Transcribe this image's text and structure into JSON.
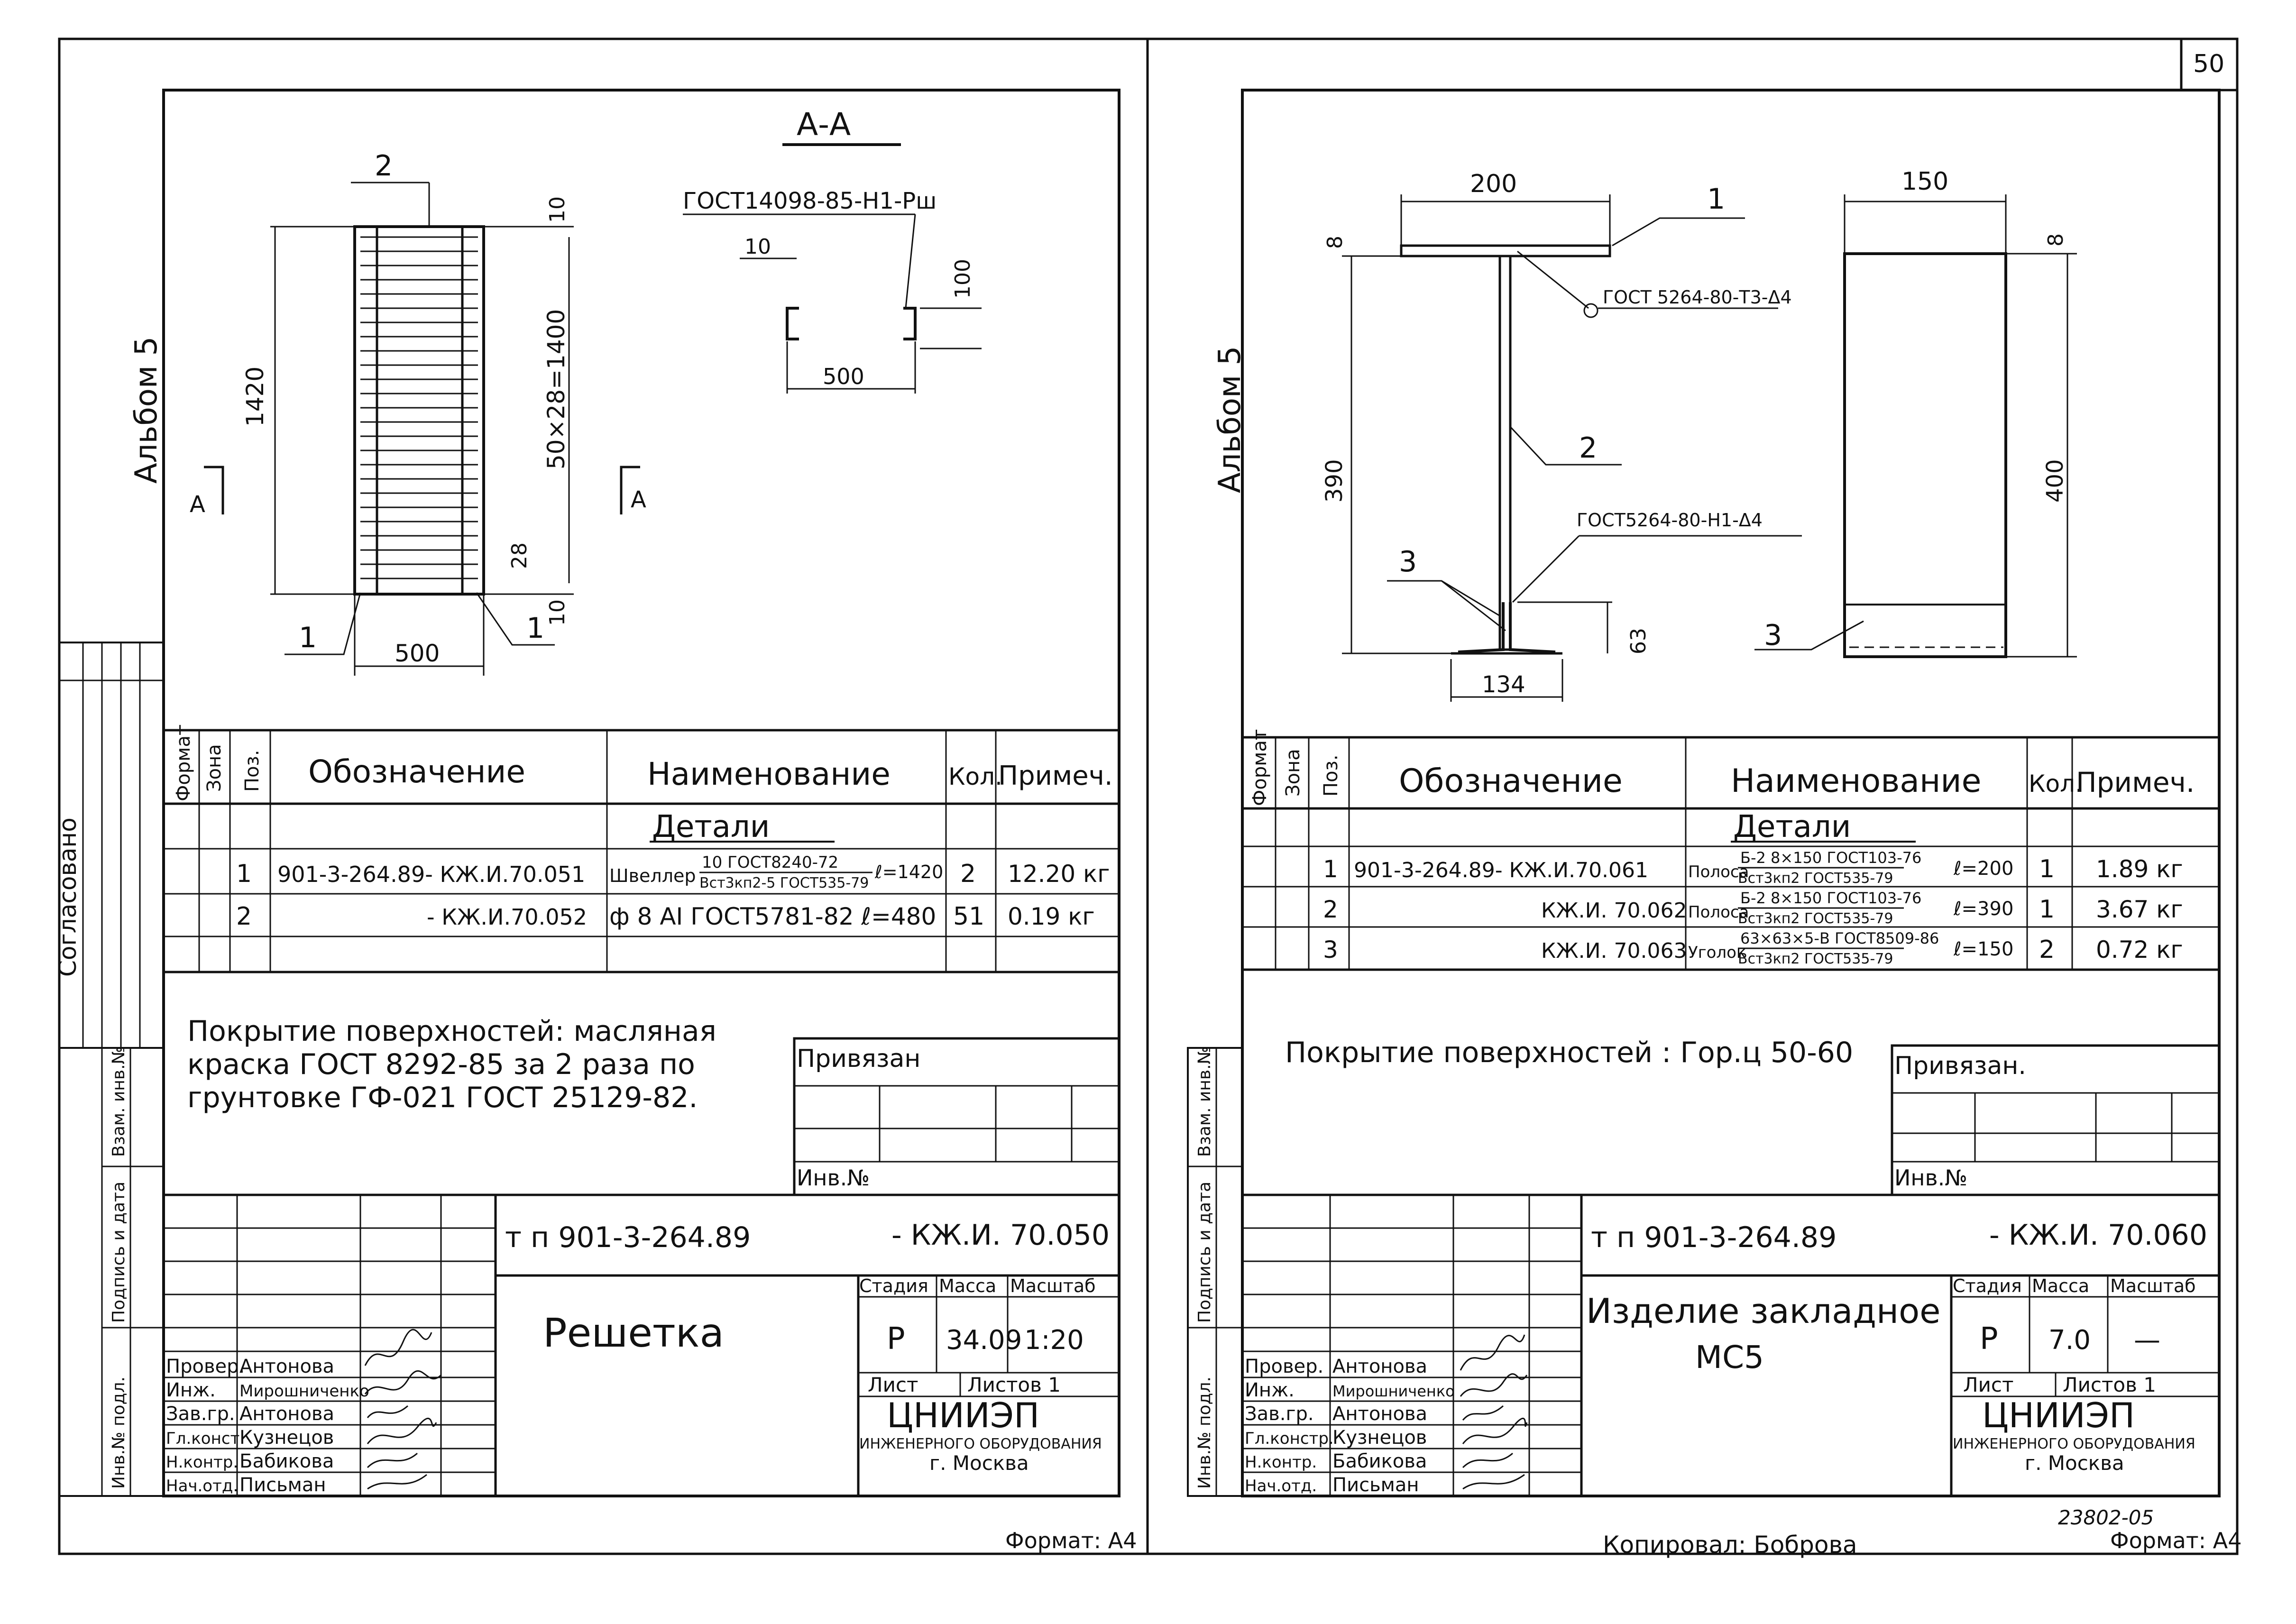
{
  "page_number": "50",
  "left": {
    "album": "Альбом 5",
    "section_label": "А-А",
    "weld_note": "ГОСТ14098-85-Н1-Рш",
    "dims": {
      "d_10_top": "10",
      "d_1420": "1420",
      "d_chain": "50×28=1400",
      "d_28": "28",
      "d_10_bot": "10",
      "d_500": "500",
      "s_10": "10",
      "s_100": "100",
      "s_500": "500"
    },
    "callouts": {
      "c2": "2",
      "c1a": "1",
      "c1b": "1"
    },
    "section_marks": {
      "a_left": "А",
      "a_right": "А"
    },
    "spec": {
      "headers": [
        "Формат",
        "Зона",
        "Поз.",
        "Обозначение",
        "Наименование",
        "Кол.",
        "Примеч."
      ],
      "group": "Детали",
      "rows": [
        {
          "pos": "1",
          "code": "901-3-264.89- КЖ.И.70.051",
          "name_prefix": "Швеллер",
          "name_top": "10 ГОСТ8240-72",
          "name_bottom": "Вст3кп2-5 ГОСТ535-79",
          "length": "ℓ=1420",
          "qty": "2",
          "note": "12.20 кг"
        },
        {
          "pos": "2",
          "code": "- КЖ.И.70.052",
          "name": "ф 8 АI ГОСТ5781-82 ℓ=480",
          "qty": "51",
          "note": "0.19 кг"
        }
      ]
    },
    "coating": [
      "Покрытие поверхностей: масляная",
      "краска ГОСТ 8292-85 за 2 раза по",
      "грунтовке ГФ-021 ГОСТ 25129-82."
    ],
    "privyazan": "Привязан",
    "inv_no": "Инв.№",
    "stamp_vertical": [
      "Инв.№ подл.",
      "Подпись и дата",
      "Взам. инв.№"
    ],
    "soglasovano": "Согласовано",
    "doc_project": "т п 901-3-264.89",
    "doc_code": "- КЖ.И. 70.050",
    "title": "Решетка",
    "stage_label": "Стадия",
    "mass_label": "Масса",
    "scale_label": "Масштаб",
    "stage": "Р",
    "mass": "34.09",
    "scale": "1:20",
    "sheet_label": "Лист",
    "sheets_label": "Листов 1",
    "org": "ЦНИИЭП",
    "org_sub": "ИНЖЕНЕРНОГО ОБОРУДОВАНИЯ",
    "city": "г. Москва",
    "staff": [
      {
        "role": "Провер.",
        "name": "Антонова"
      },
      {
        "role": "Инж.",
        "name": "Мирошниченко"
      },
      {
        "role": "Зав.гр.",
        "name": "Антонова"
      },
      {
        "role": "Гл.конст.",
        "name": "Кузнецов"
      },
      {
        "role": "Н.контр.",
        "name": "Бабикова"
      },
      {
        "role": "Нач.отд.",
        "name": "Письман"
      }
    ],
    "format": "Формат: А4"
  },
  "right": {
    "album": "Альбом 5",
    "weld_top": "ГОСТ 5264-80-Т3-Δ4",
    "weld_bottom": "ГОСТ5264-80-Н1-Δ4",
    "dims": {
      "d_200": "200",
      "d_8a": "8",
      "d_390": "390",
      "d_63": "63",
      "d_134": "134",
      "d_150": "150",
      "d_8b": "8",
      "d_400": "400"
    },
    "callouts": {
      "c1": "1",
      "c2": "2",
      "c3": "3",
      "c3b": "3"
    },
    "spec": {
      "headers": [
        "Формат",
        "Зона",
        "Поз.",
        "Обозначение",
        "Наименование",
        "Кол.",
        "Примеч."
      ],
      "group": "Детали",
      "rows": [
        {
          "pos": "1",
          "code": "901-3-264.89- КЖ.И.70.061",
          "name_prefix": "Полоса",
          "name_top": "Б-2 8×150 ГОСТ103-76",
          "name_bottom": "Вст3кп2 ГОСТ535-79",
          "length": "ℓ=200",
          "qty": "1",
          "note": "1.89 кг"
        },
        {
          "pos": "2",
          "code": "КЖ.И. 70.062",
          "name_prefix": "Полоса",
          "name_top": "Б-2 8×150 ГОСТ103-76",
          "name_bottom": "Вст3кп2 ГОСТ535-79",
          "length": "ℓ=390",
          "qty": "1",
          "note": "3.67 кг"
        },
        {
          "pos": "3",
          "code": "КЖ.И. 70.063",
          "name_prefix": "Уголок",
          "name_top": "63×63×5-В ГОСТ8509-86",
          "name_bottom": "Вст3кп2 ГОСТ535-79",
          "length": "ℓ=150",
          "qty": "2",
          "note": "0.72 кг"
        }
      ]
    },
    "coating": "Покрытие поверхностей : Гор.ц 50-60",
    "privyazan": "Привязан.",
    "inv_no": "Инв.№",
    "stamp_vertical": [
      "Инв.№ подл.",
      "Подпись и дата",
      "Взам. инв.№"
    ],
    "doc_project": "т п 901-3-264.89",
    "doc_code": "- КЖ.И. 70.060",
    "title_1": "Изделие закладное",
    "title_2": "МС5",
    "stage_label": "Стадия",
    "mass_label": "Масса",
    "scale_label": "Масштаб",
    "stage": "Р",
    "mass": "7.0",
    "scale": "—",
    "sheet_label": "Лист",
    "sheets_label": "Листов 1",
    "org": "ЦНИИЭП",
    "org_sub": "ИНЖЕНЕРНОГО ОБОРУДОВАНИЯ",
    "city": "г. Москва",
    "staff": [
      {
        "role": "Провер.",
        "name": "Антонова"
      },
      {
        "role": "Инж.",
        "name": "Мирошниченко"
      },
      {
        "role": "Зав.гр.",
        "name": "Антонова"
      },
      {
        "role": "Гл.констр.",
        "name": "Кузнецов"
      },
      {
        "role": "Н.контр.",
        "name": "Бабикова"
      },
      {
        "role": "Нач.отд.",
        "name": "Письман"
      }
    ],
    "copied": "Копировал: Боброва",
    "order_no": "23802-05",
    "format": "Формат: А4"
  }
}
